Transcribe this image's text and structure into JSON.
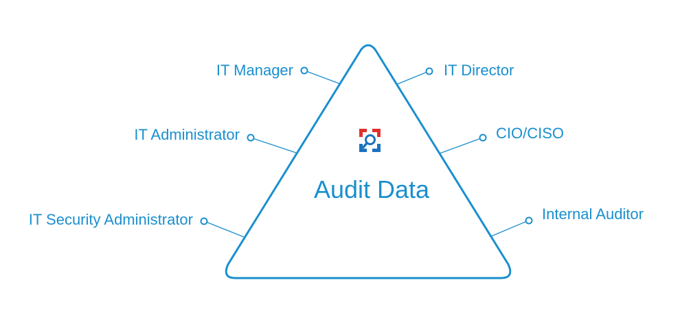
{
  "diagram": {
    "center_label": "Audit Data",
    "colors": {
      "primary": "#1a8fce",
      "logo_red": "#e0302e",
      "logo_blue": "#1a73c0",
      "background": "#ffffff"
    },
    "logo_icon": "magnifier-in-brackets-icon",
    "roles_left": [
      {
        "label": "IT Manager"
      },
      {
        "label": "IT Administrator"
      },
      {
        "label": "IT Security Administrator"
      }
    ],
    "roles_right": [
      {
        "label": "IT Director"
      },
      {
        "label": "CIO/CISO"
      },
      {
        "label": "Internal Auditor"
      }
    ]
  }
}
